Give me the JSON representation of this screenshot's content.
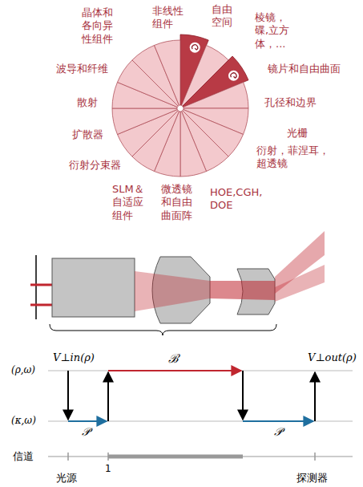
{
  "diagram": {
    "labels": [
      "晶体和各向异性组件",
      "非线性组件",
      "自由空间",
      "棱镜，碟,立方体，...",
      "镜片和自由曲面",
      "孔径和边界",
      "光栅",
      "衍射，菲涅耳，超透镜",
      "HOE,CGH,DOE",
      "微透镜和自由曲面阵",
      "SLM＆自适应组件",
      "衍射分束器",
      "扩散器",
      "散射",
      "波导和纤维",
      "V⊥in(ρ)",
      "ℬ",
      "V⊥out(ρ)",
      "(ρ,ω)",
      "(κ,ω)",
      "𝒫",
      "𝒫",
      "信道",
      "1",
      "光源",
      "探测器"
    ]
  }
}
